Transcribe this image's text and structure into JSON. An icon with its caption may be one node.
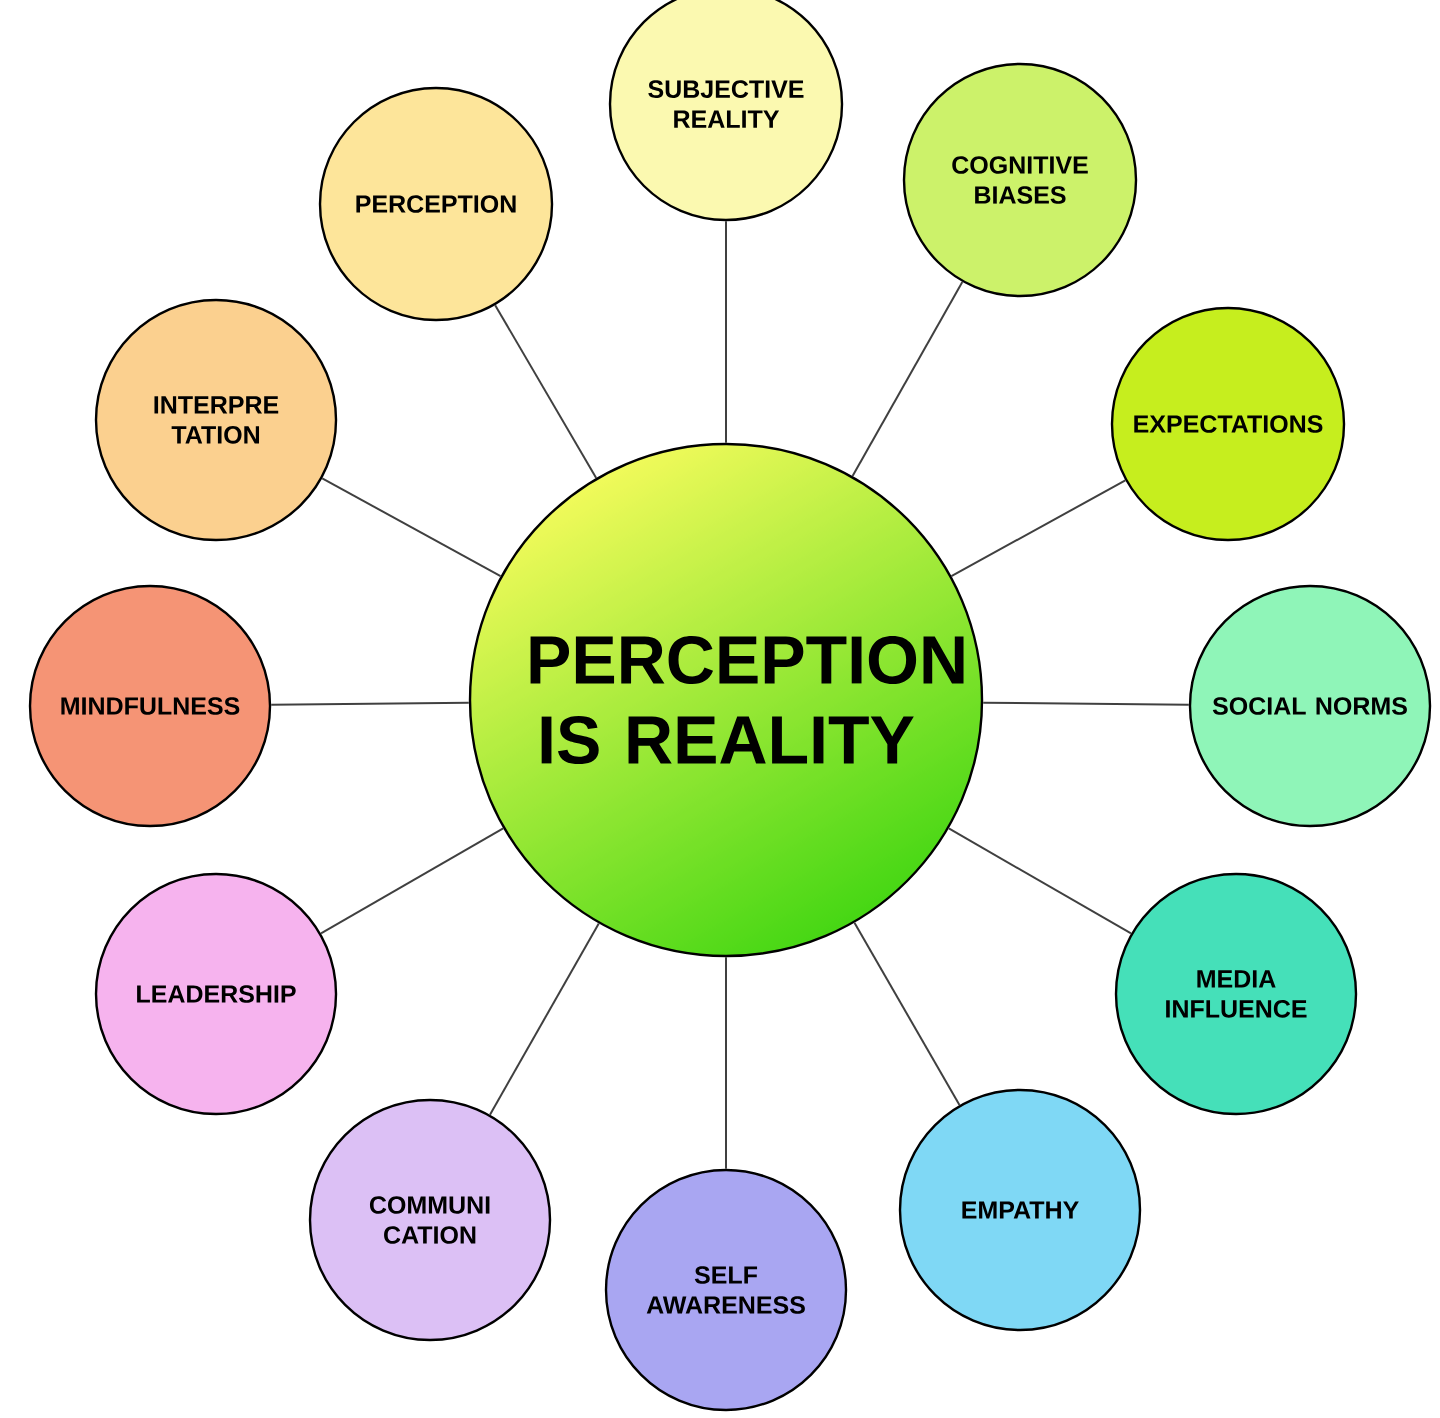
{
  "diagram": {
    "nodes": [
      {
        "text": [
          "PERCEPTION IS REALITY"
        ]
      },
      {
        "text": [
          "SUBJECTIVE REALITY"
        ]
      },
      {
        "text": [
          "COGNITIVE BIASES"
        ]
      },
      {
        "text": [
          "EXPECTATIONS"
        ]
      },
      {
        "text": [
          "SOCIAL NORMS"
        ]
      },
      {
        "text": [
          "MEDIA INFLUENCE"
        ]
      },
      {
        "text": [
          "EMPATHY"
        ]
      },
      {
        "text": [
          "SELF AWARENESS"
        ]
      },
      {
        "text": [
          "COMMUNI CATION"
        ]
      },
      {
        "text": [
          "LEADERSHIP"
        ]
      },
      {
        "text": [
          "MINDFULNESS"
        ]
      },
      {
        "text": [
          "INTERPRE TATION"
        ]
      },
      {
        "text": [
          "PERCEPTION"
        ]
      }
    ],
    "edges": [
      {
        "from": 0,
        "to": 1,
        "arrow": "none"
      },
      {
        "from": 0,
        "to": 2,
        "arrow": "none"
      },
      {
        "from": 0,
        "to": 3,
        "arrow": "none"
      },
      {
        "from": 0,
        "to": 4,
        "arrow": "none"
      },
      {
        "from": 0,
        "to": 5,
        "arrow": "none"
      },
      {
        "from": 0,
        "to": 6,
        "arrow": "none"
      },
      {
        "from": 0,
        "to": 7,
        "arrow": "none"
      },
      {
        "from": 0,
        "to": 8,
        "arrow": "none"
      },
      {
        "from": 0,
        "to": 9,
        "arrow": "none"
      },
      {
        "from": 0,
        "to": 10,
        "arrow": "none"
      },
      {
        "from": 0,
        "to": 11,
        "arrow": "none"
      },
      {
        "from": 0,
        "to": 12,
        "arrow": "none"
      }
    ]
  }
}
